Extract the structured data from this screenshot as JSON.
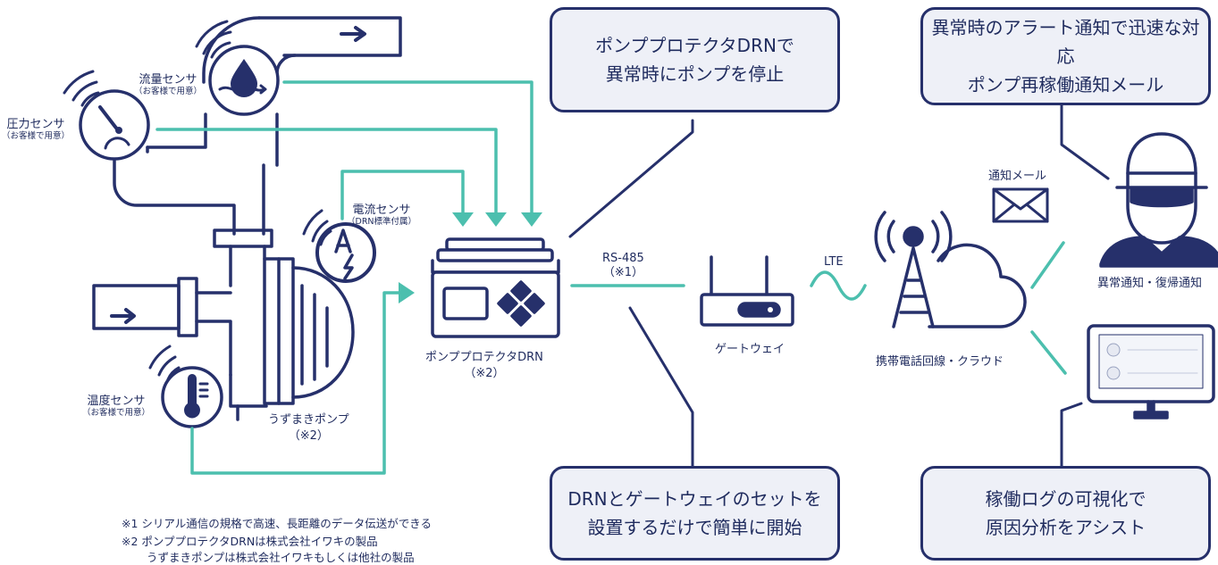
{
  "callouts": {
    "top_center": {
      "line1": "ポンププロテクタDRNで",
      "line2": "異常時にポンプを停止"
    },
    "top_right": {
      "line1": "異常時のアラート通知で迅速な対応",
      "line2": "ポンプ再稼働通知メール"
    },
    "bottom_center": {
      "line1": "DRNとゲートウェイのセットを",
      "line2": "設置するだけで簡単に開始"
    },
    "bottom_right": {
      "line1": "稼働ログの可視化で",
      "line2": "原因分析をアシスト"
    }
  },
  "labels": {
    "flow_sensor": "流量センサ",
    "flow_sensor_note": "（お客様で用意）",
    "pressure_sensor": "圧力センサ",
    "pressure_sensor_note": "（お客様で用意）",
    "current_sensor": "電流センサ",
    "current_sensor_note": "（DRN標準付属）",
    "temp_sensor": "温度センサ",
    "temp_sensor_note": "（お客様で用意）",
    "pump": "うずまきポンプ",
    "pump_note": "（※2）",
    "drn": "ポンププロテクタDRN",
    "drn_note": "（※2）",
    "rs485": "RS-485",
    "rs485_note": "（※1）",
    "gateway": "ゲートウェイ",
    "lte": "LTE",
    "cloud": "携帯電話回線・クラウド",
    "mail": "通知メール",
    "user": "異常通知・復帰通知"
  },
  "notes": [
    "※1 シリアル通信の規格で高速、長距離のデータ伝送ができる",
    "※2 ポンププロテクタDRNは株式会社イワキの製品",
    "うずまきポンプは株式会社イワキもしくは他社の製品"
  ],
  "colors": {
    "navy": "#26306b",
    "teal": "#4cbfae",
    "panel": "#eef0f7"
  }
}
